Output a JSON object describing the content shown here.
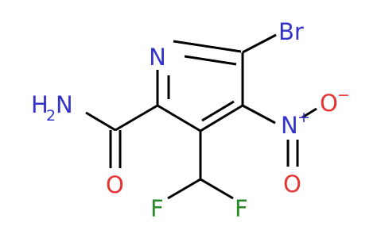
{
  "molecule": {
    "atoms": {
      "ring_n": {
        "symbol": "N",
        "color": "#3333cc"
      },
      "bromine": {
        "symbol": "Br",
        "color": "#3333cc"
      },
      "amide_n": {
        "symbol": "H",
        "subscript": "2",
        "suffix": "N",
        "color": "#3333cc"
      },
      "nitro_n": {
        "symbol": "N",
        "charge": "+",
        "color": "#3333cc"
      },
      "nitro_o_minus": {
        "symbol": "O",
        "charge": "−",
        "color": "#e63333"
      },
      "nitro_o": {
        "symbol": "O",
        "color": "#e63333"
      },
      "amide_o": {
        "symbol": "O",
        "color": "#e63333"
      },
      "fluorine_left": {
        "symbol": "F",
        "color": "#2a8a2a"
      },
      "fluorine_right": {
        "symbol": "F",
        "color": "#2a8a2a"
      }
    },
    "bond_color": "#000000"
  }
}
